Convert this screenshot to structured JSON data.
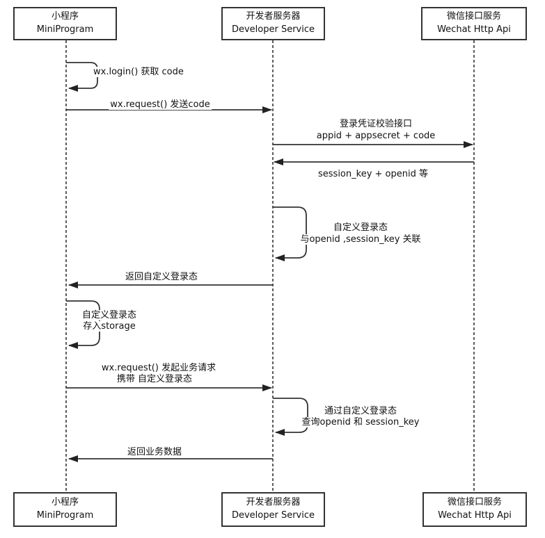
{
  "diagram": {
    "type": "sequence-diagram",
    "topic": "WeChat MiniProgram login flow",
    "colors": {
      "background": "#ffffff",
      "line": "#333333",
      "text": "#111111",
      "box_fill": "#ffffff",
      "box_border": "#333333"
    },
    "actors": [
      {
        "id": "miniprogram",
        "name_cn": "小程序",
        "name_en": "MiniProgram"
      },
      {
        "id": "developer-service",
        "name_cn": "开发者服务器",
        "name_en": "Developer Service"
      },
      {
        "id": "wechat-api",
        "name_cn": "微信接口服务",
        "name_en": "Wechat Http Api"
      }
    ],
    "messages": [
      {
        "kind": "self",
        "actor": "miniprogram",
        "lines": [
          "wx.login() 获取 code"
        ]
      },
      {
        "kind": "message",
        "from": "miniprogram",
        "to": "developer-service",
        "lines": [
          "wx.request() 发送code"
        ]
      },
      {
        "kind": "message",
        "from": "developer-service",
        "to": "wechat-api",
        "lines": [
          "登录凭证校验接口",
          "appid + appsecret + code"
        ]
      },
      {
        "kind": "message",
        "from": "wechat-api",
        "to": "developer-service",
        "lines": [
          "session_key + openid 等"
        ]
      },
      {
        "kind": "self",
        "actor": "developer-service",
        "lines": [
          "自定义登录态",
          "与openid ,session_key 关联"
        ]
      },
      {
        "kind": "message",
        "from": "developer-service",
        "to": "miniprogram",
        "lines": [
          "返回自定义登录态"
        ]
      },
      {
        "kind": "self",
        "actor": "miniprogram",
        "lines": [
          "自定义登录态",
          "存入storage"
        ]
      },
      {
        "kind": "message",
        "from": "miniprogram",
        "to": "developer-service",
        "lines": [
          "wx.request() 发起业务请求",
          "携带 自定义登录态"
        ]
      },
      {
        "kind": "self",
        "actor": "developer-service",
        "lines": [
          "通过自定义登录态",
          "查询openid 和 session_key"
        ]
      },
      {
        "kind": "message",
        "from": "developer-service",
        "to": "miniprogram",
        "lines": [
          "返回业务数据"
        ]
      }
    ]
  }
}
